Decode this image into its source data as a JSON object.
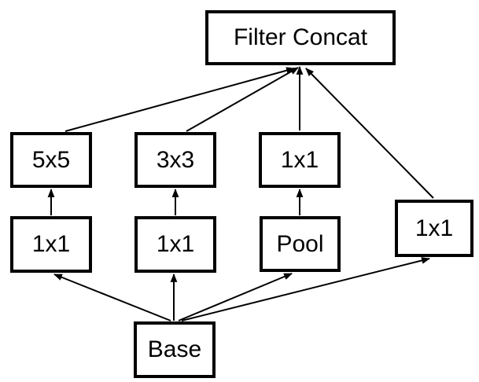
{
  "diagram": {
    "type": "flowchart",
    "colors": {
      "stroke": "#000000",
      "background": "#ffffff",
      "text": "#000000"
    },
    "nodes": {
      "filter_concat": {
        "label": "Filter Concat"
      },
      "conv_5x5": {
        "label": "5x5"
      },
      "conv_3x3": {
        "label": "3x3"
      },
      "conv_1x1": {
        "label": "1x1"
      },
      "reduce_1x1_left": {
        "label": "1x1"
      },
      "reduce_1x1_mid": {
        "label": "1x1"
      },
      "pool": {
        "label": "Pool"
      },
      "proj_1x1_right": {
        "label": "1x1"
      },
      "base": {
        "label": "Base"
      }
    },
    "edges": [
      {
        "from": "conv_5x5",
        "to": "filter_concat"
      },
      {
        "from": "conv_3x3",
        "to": "filter_concat"
      },
      {
        "from": "conv_1x1",
        "to": "filter_concat"
      },
      {
        "from": "proj_1x1_right",
        "to": "filter_concat"
      },
      {
        "from": "reduce_1x1_left",
        "to": "conv_5x5"
      },
      {
        "from": "reduce_1x1_mid",
        "to": "conv_3x3"
      },
      {
        "from": "pool",
        "to": "conv_1x1"
      },
      {
        "from": "base",
        "to": "reduce_1x1_left"
      },
      {
        "from": "base",
        "to": "reduce_1x1_mid"
      },
      {
        "from": "base",
        "to": "pool"
      },
      {
        "from": "base",
        "to": "proj_1x1_right"
      }
    ]
  }
}
